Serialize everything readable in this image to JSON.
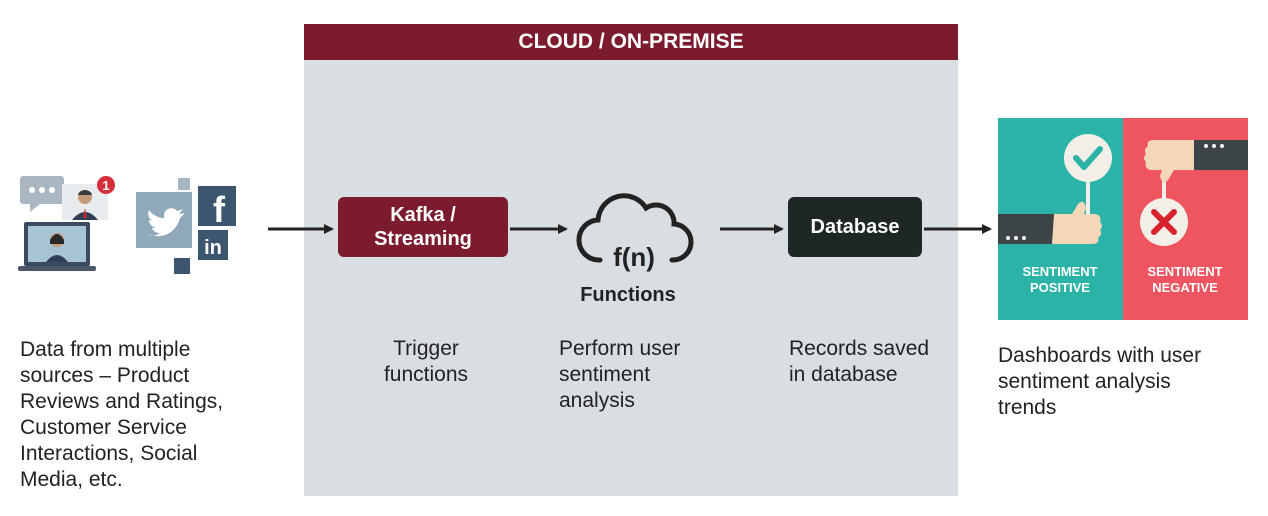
{
  "cloud": {
    "header": "CLOUD / ON-PREMISE"
  },
  "kafka": {
    "line1": "Kafka /",
    "line2": "Streaming"
  },
  "functions": {
    "icon_text": "f(n)",
    "label": "Functions"
  },
  "database": {
    "label": "Database"
  },
  "badge": {
    "count": "1"
  },
  "descriptions": {
    "sources": [
      "Data from multiple",
      "sources – Product",
      "Reviews and Ratings,",
      "Customer Service",
      "Interactions, Social",
      "Media, etc."
    ],
    "trigger": [
      "Trigger",
      "functions"
    ],
    "analysis": [
      "Perform user",
      "sentiment",
      "analysis"
    ],
    "records": [
      "Records saved",
      "in database"
    ],
    "dashboards": [
      "Dashboards with user",
      "sentiment analysis",
      "trends"
    ]
  },
  "dashboard": {
    "positive": [
      "SENTIMENT",
      "POSITIVE"
    ],
    "negative": [
      "SENTIMENT",
      "NEGATIVE"
    ]
  },
  "social": {
    "facebook": "f",
    "linkedin": "in"
  },
  "colors": {
    "accent": "#7d1b2e",
    "panel": "#d9dee3",
    "teal": "#2bb3a8",
    "red": "#ee5560",
    "dark": "#1f2626"
  }
}
